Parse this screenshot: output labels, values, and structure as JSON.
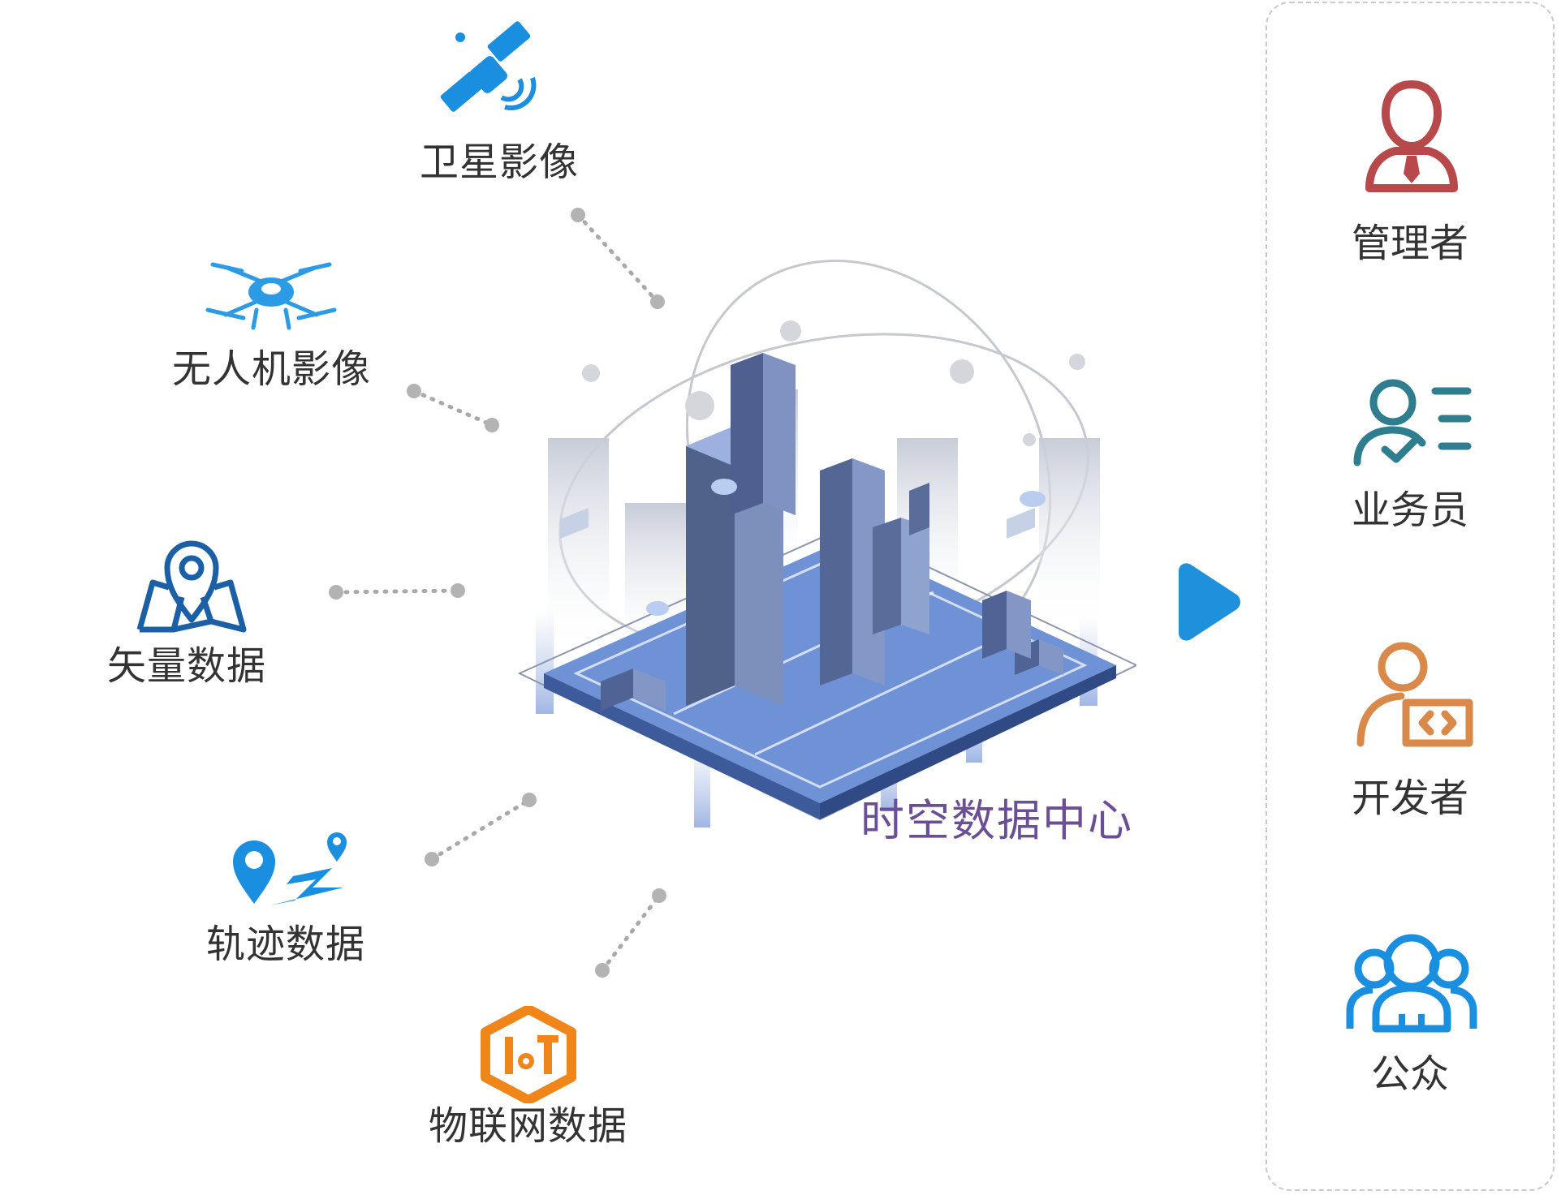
{
  "sources": [
    {
      "label": "卫星影像",
      "icon": "satellite-icon",
      "color": "#1a8fe0"
    },
    {
      "label": "无人机影像",
      "icon": "drone-icon",
      "color": "#2a9be4"
    },
    {
      "label": "矢量数据",
      "icon": "map-pin-icon",
      "color": "#1b5fa6"
    },
    {
      "label": "轨迹数据",
      "icon": "trajectory-icon",
      "color": "#1a8fe0"
    },
    {
      "label": "物联网数据",
      "icon": "iot-icon",
      "color": "#f08519"
    }
  ],
  "center": {
    "title": "时空数据中心",
    "title_color": "#6b4f96",
    "illustration": "smart-city-illustration"
  },
  "arrow": {
    "icon": "play-arrow-icon",
    "color": "#1e90dc"
  },
  "roles": [
    {
      "label": "管理者",
      "icon": "manager-icon",
      "color": "#b8494a"
    },
    {
      "label": "业务员",
      "icon": "clerk-icon",
      "color": "#2e7e8f"
    },
    {
      "label": "开发者",
      "icon": "developer-icon",
      "color": "#d98a4a"
    },
    {
      "label": "公众",
      "icon": "public-group-icon",
      "color": "#1a8fe0"
    }
  ]
}
